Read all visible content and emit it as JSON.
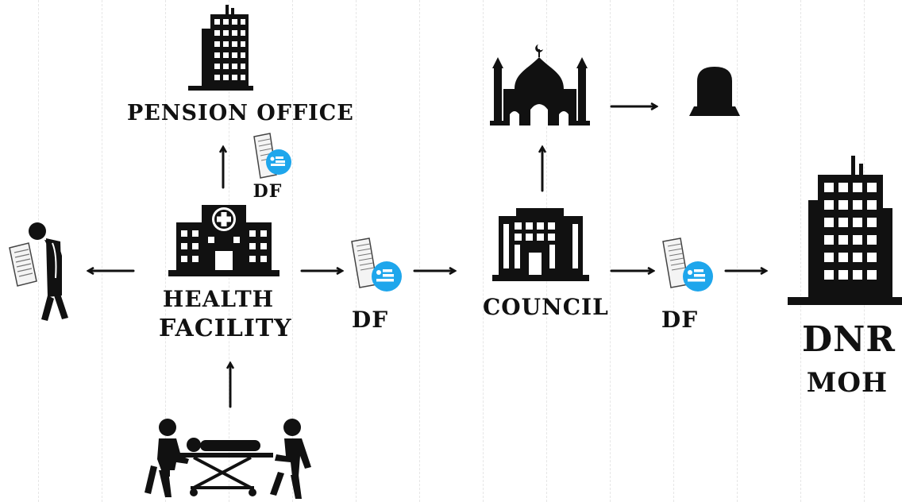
{
  "labels": {
    "pension_office": "PENSION OFFICE",
    "health_facility_line1": "HEALTH",
    "health_facility_line2": "FACILITY",
    "council": "COUNCIL",
    "df_top": "DF",
    "df_middle": "DF",
    "df_right": "DF",
    "dnr": "DNR",
    "moh": "MOH"
  },
  "colors": {
    "ink": "#111111",
    "badge": "#1ea6ec",
    "paper": "#f4f4f4",
    "grid": "#e6e6e6"
  },
  "icons": [
    "pension-office-building-icon",
    "health-facility-icon",
    "council-building-icon",
    "mosque-icon",
    "tombstone-icon",
    "ministry-building-icon",
    "grieving-person-icon",
    "stretcher-team-icon",
    "death-form-icon"
  ]
}
